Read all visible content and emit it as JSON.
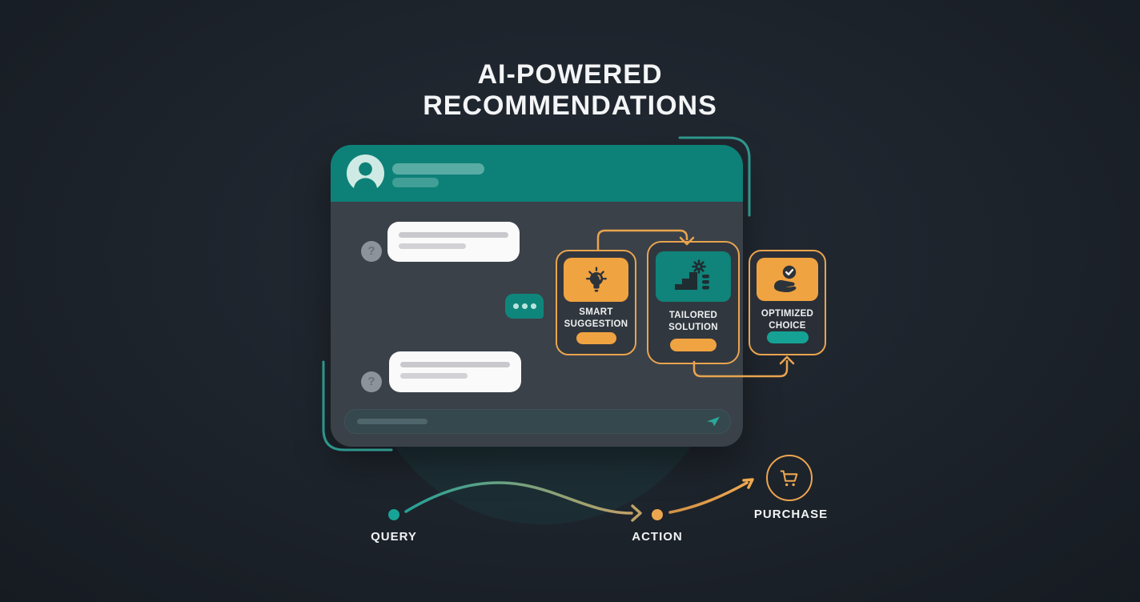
{
  "title": {
    "line1": "AI-POWERED",
    "line2": "RECOMMENDATIONS"
  },
  "chat_window": {
    "question_mark": "?",
    "header": {
      "avatar_icon": "user-avatar-icon"
    },
    "typing_indicator_icon": "typing-dots-icon",
    "send_icon": "send-paper-plane-icon"
  },
  "cards": [
    {
      "line1": "SMART",
      "line2": "SUGGESTION",
      "icon": "lightbulb-icon",
      "icon_bg": "#f0a341",
      "pill_color": "#f0a341"
    },
    {
      "line1": "TAILORED",
      "line2": "SOLUTION",
      "icon": "growth-gear-icon",
      "icon_bg": "#10837a",
      "pill_color": "#f0a341"
    },
    {
      "line1": "OPTIMIZED",
      "line2": "CHOICE",
      "icon": "hand-check-icon",
      "icon_bg": "#f0a341",
      "pill_color": "#15a294"
    }
  ],
  "flow": {
    "query": {
      "label": "QUERY",
      "dot_color": "#17a496"
    },
    "action": {
      "label": "ACTION",
      "dot_color": "#eda64f"
    },
    "purchase": {
      "label": "PURCHASE",
      "icon": "shopping-cart-icon"
    }
  },
  "colors": {
    "background": "#1d232b",
    "teal_header": "#0d8178",
    "teal_accent": "#17a496",
    "orange_accent": "#eda64f",
    "card_border": "#e9a44f",
    "chat_body": "#3a4149",
    "bubble_white": "#fafafa",
    "text": "#f2f4f5"
  }
}
